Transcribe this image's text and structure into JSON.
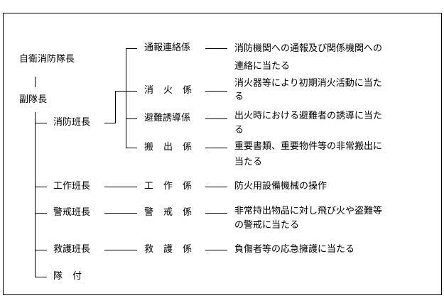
{
  "chief": "自衛消防隊長",
  "deputy": "副隊長",
  "squads": [
    {
      "leader": "消防班長",
      "sections": [
        {
          "name": "通報連絡係",
          "duty": [
            "消防機関への通報及び関係機関への",
            "連絡に当たる"
          ]
        },
        {
          "name": "消火係",
          "duty": [
            "消火器等により初期消火活動に当た",
            "る"
          ]
        },
        {
          "name": "避難誘導係",
          "duty": [
            "出火時における避難者の誘導に当た",
            "る"
          ]
        },
        {
          "name": "搬出係",
          "duty": [
            "重要書類、重要物件等の非常搬出に",
            "当たる"
          ]
        }
      ]
    },
    {
      "leader": "工作班長",
      "sections": [
        {
          "name": "工作係",
          "duty": [
            "防火用設備機械の操作"
          ]
        }
      ]
    },
    {
      "leader": "警戒班長",
      "sections": [
        {
          "name": "警戒係",
          "duty": [
            "非常持出物品に対し飛び火や盗難等",
            "の警戒に当たる"
          ]
        }
      ]
    },
    {
      "leader": "救護班長",
      "sections": [
        {
          "name": "救護係",
          "duty": [
            "負傷者等の応急擁護に当たる"
          ]
        }
      ]
    },
    {
      "leader": "隊付"
    }
  ]
}
